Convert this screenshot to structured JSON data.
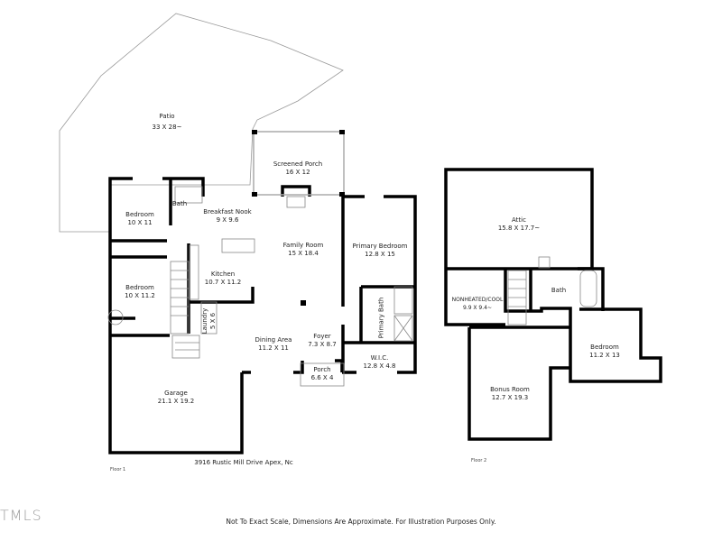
{
  "plan": {
    "address": "3916 Rustic Mill Drive Apex, Nc",
    "disclaimer": "Not To Exact Scale, Dimensions Are Approximate. For Illustration Purposes Only.",
    "logo": "TMLS"
  },
  "floor1": {
    "label": "Floor 1",
    "rooms": [
      {
        "name": "Patio",
        "dims": "33 X 28~"
      },
      {
        "name": "Screened Porch",
        "dims": "16 X 12"
      },
      {
        "name": "Bedroom",
        "dims": "10 X 11"
      },
      {
        "name": "Bath",
        "dims": ""
      },
      {
        "name": "Breakfast Nook",
        "dims": "9 X 9.6"
      },
      {
        "name": "Family Room",
        "dims": "15 X 18.4"
      },
      {
        "name": "Primary Bedroom",
        "dims": "12.8 X 15"
      },
      {
        "name": "Kitchen",
        "dims": "10.7 X 11.2"
      },
      {
        "name": "Bedroom",
        "dims": "10 X 11.2"
      },
      {
        "name": "Laundry",
        "dims": "5 X 6"
      },
      {
        "name": "Primary Bath",
        "dims": ""
      },
      {
        "name": "Dining Area",
        "dims": "11.2 X 11"
      },
      {
        "name": "Foyer",
        "dims": "7.3 X 8.7"
      },
      {
        "name": "W.I.C.",
        "dims": "12.8 X 4.8"
      },
      {
        "name": "Porch",
        "dims": "6.6 X 4"
      },
      {
        "name": "Garage",
        "dims": "21.1 X 19.2"
      }
    ]
  },
  "floor2": {
    "label": "Floor 2",
    "rooms": [
      {
        "name": "Attic",
        "dims": "15.8 X 17.7~"
      },
      {
        "name": "NONHEATED/COOL",
        "dims": "9.9 X 9.4~"
      },
      {
        "name": "Bath",
        "dims": ""
      },
      {
        "name": "Bedroom",
        "dims": "11.2 X 13"
      },
      {
        "name": "Bonus Room",
        "dims": "12.7 X 19.3"
      }
    ]
  }
}
